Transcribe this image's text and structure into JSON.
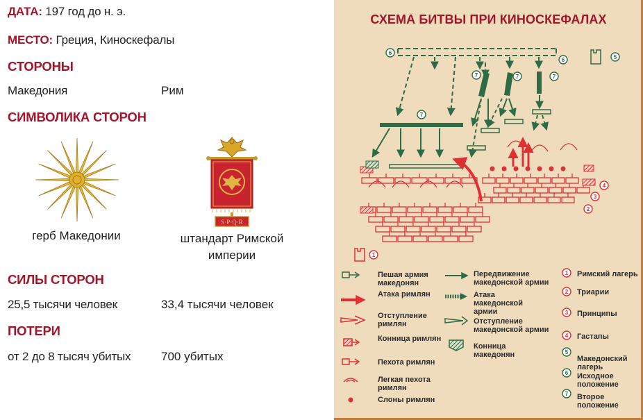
{
  "info": {
    "date_label": "ДАТА:",
    "date_value": "197 год до н. э.",
    "place_label": "МЕСТО:",
    "place_value": "Греция, Киноскефалы",
    "sides_heading": "СТОРОНЫ",
    "side_a": "Македония",
    "side_b": "Рим",
    "symbols_heading": "СИМВОЛИКА СТОРОН",
    "symbol_a_caption": "герб Македонии",
    "symbol_b_caption_line1": "штандарт Римской",
    "symbol_b_caption_line2": "империи",
    "banner_text": "S·P·Q·R",
    "forces_heading": "СИЛЫ СТОРОН",
    "forces_a": "25,5 тысячи человек",
    "forces_b": "33,4 тысячи человек",
    "losses_heading": "ПОТЕРИ",
    "losses_a": "от 2 до 8 тысяч убитых",
    "losses_b": "700 убитых"
  },
  "map": {
    "title": "СХЕМА БИТВЫ ПРИ КИНОСКЕФАЛАХ",
    "markers": [
      "1",
      "2",
      "3",
      "4",
      "5",
      "6",
      "7"
    ],
    "colors": {
      "roman": "#e03036",
      "macedonian": "#2f6b45",
      "title": "#a3162a",
      "background": "#efdcbd"
    }
  },
  "legend": {
    "col1": [
      {
        "icon": "macedonian-infantry-icon",
        "text": "Пешая армия македонян"
      },
      {
        "icon": "roman-attack-icon",
        "text": "Атака римлян"
      },
      {
        "icon": "roman-retreat-icon",
        "text": "Отступление римлян"
      },
      {
        "icon": "roman-cavalry-icon",
        "text": "Конница римлян"
      },
      {
        "icon": "roman-infantry-icon",
        "text": "Пехота римлян"
      },
      {
        "icon": "roman-light-infantry-icon",
        "text": "Легкая пехота римлян"
      },
      {
        "icon": "roman-elephants-icon",
        "text": "Слоны римлян"
      }
    ],
    "col2": [
      {
        "icon": "macedonian-movement-icon",
        "text": "Передвижение македонской армии"
      },
      {
        "icon": "macedonian-attack-icon",
        "text": "Атака македонской армии"
      },
      {
        "icon": "macedonian-retreat-icon",
        "text": "Отступление македонской армии"
      },
      {
        "icon": "macedonian-cavalry-icon",
        "text": "Конница македонян"
      }
    ],
    "col3": [
      {
        "num": "1",
        "text": "Римский лагерь"
      },
      {
        "num": "2",
        "text": "Триарии"
      },
      {
        "num": "3",
        "text": "Принципы"
      },
      {
        "num": "4",
        "text": "Гастапы"
      },
      {
        "num": "5",
        "text": "Македонский лагерь"
      },
      {
        "num": "6",
        "text": "Исходное положение"
      },
      {
        "num": "7",
        "text": "Второе положение"
      }
    ]
  }
}
